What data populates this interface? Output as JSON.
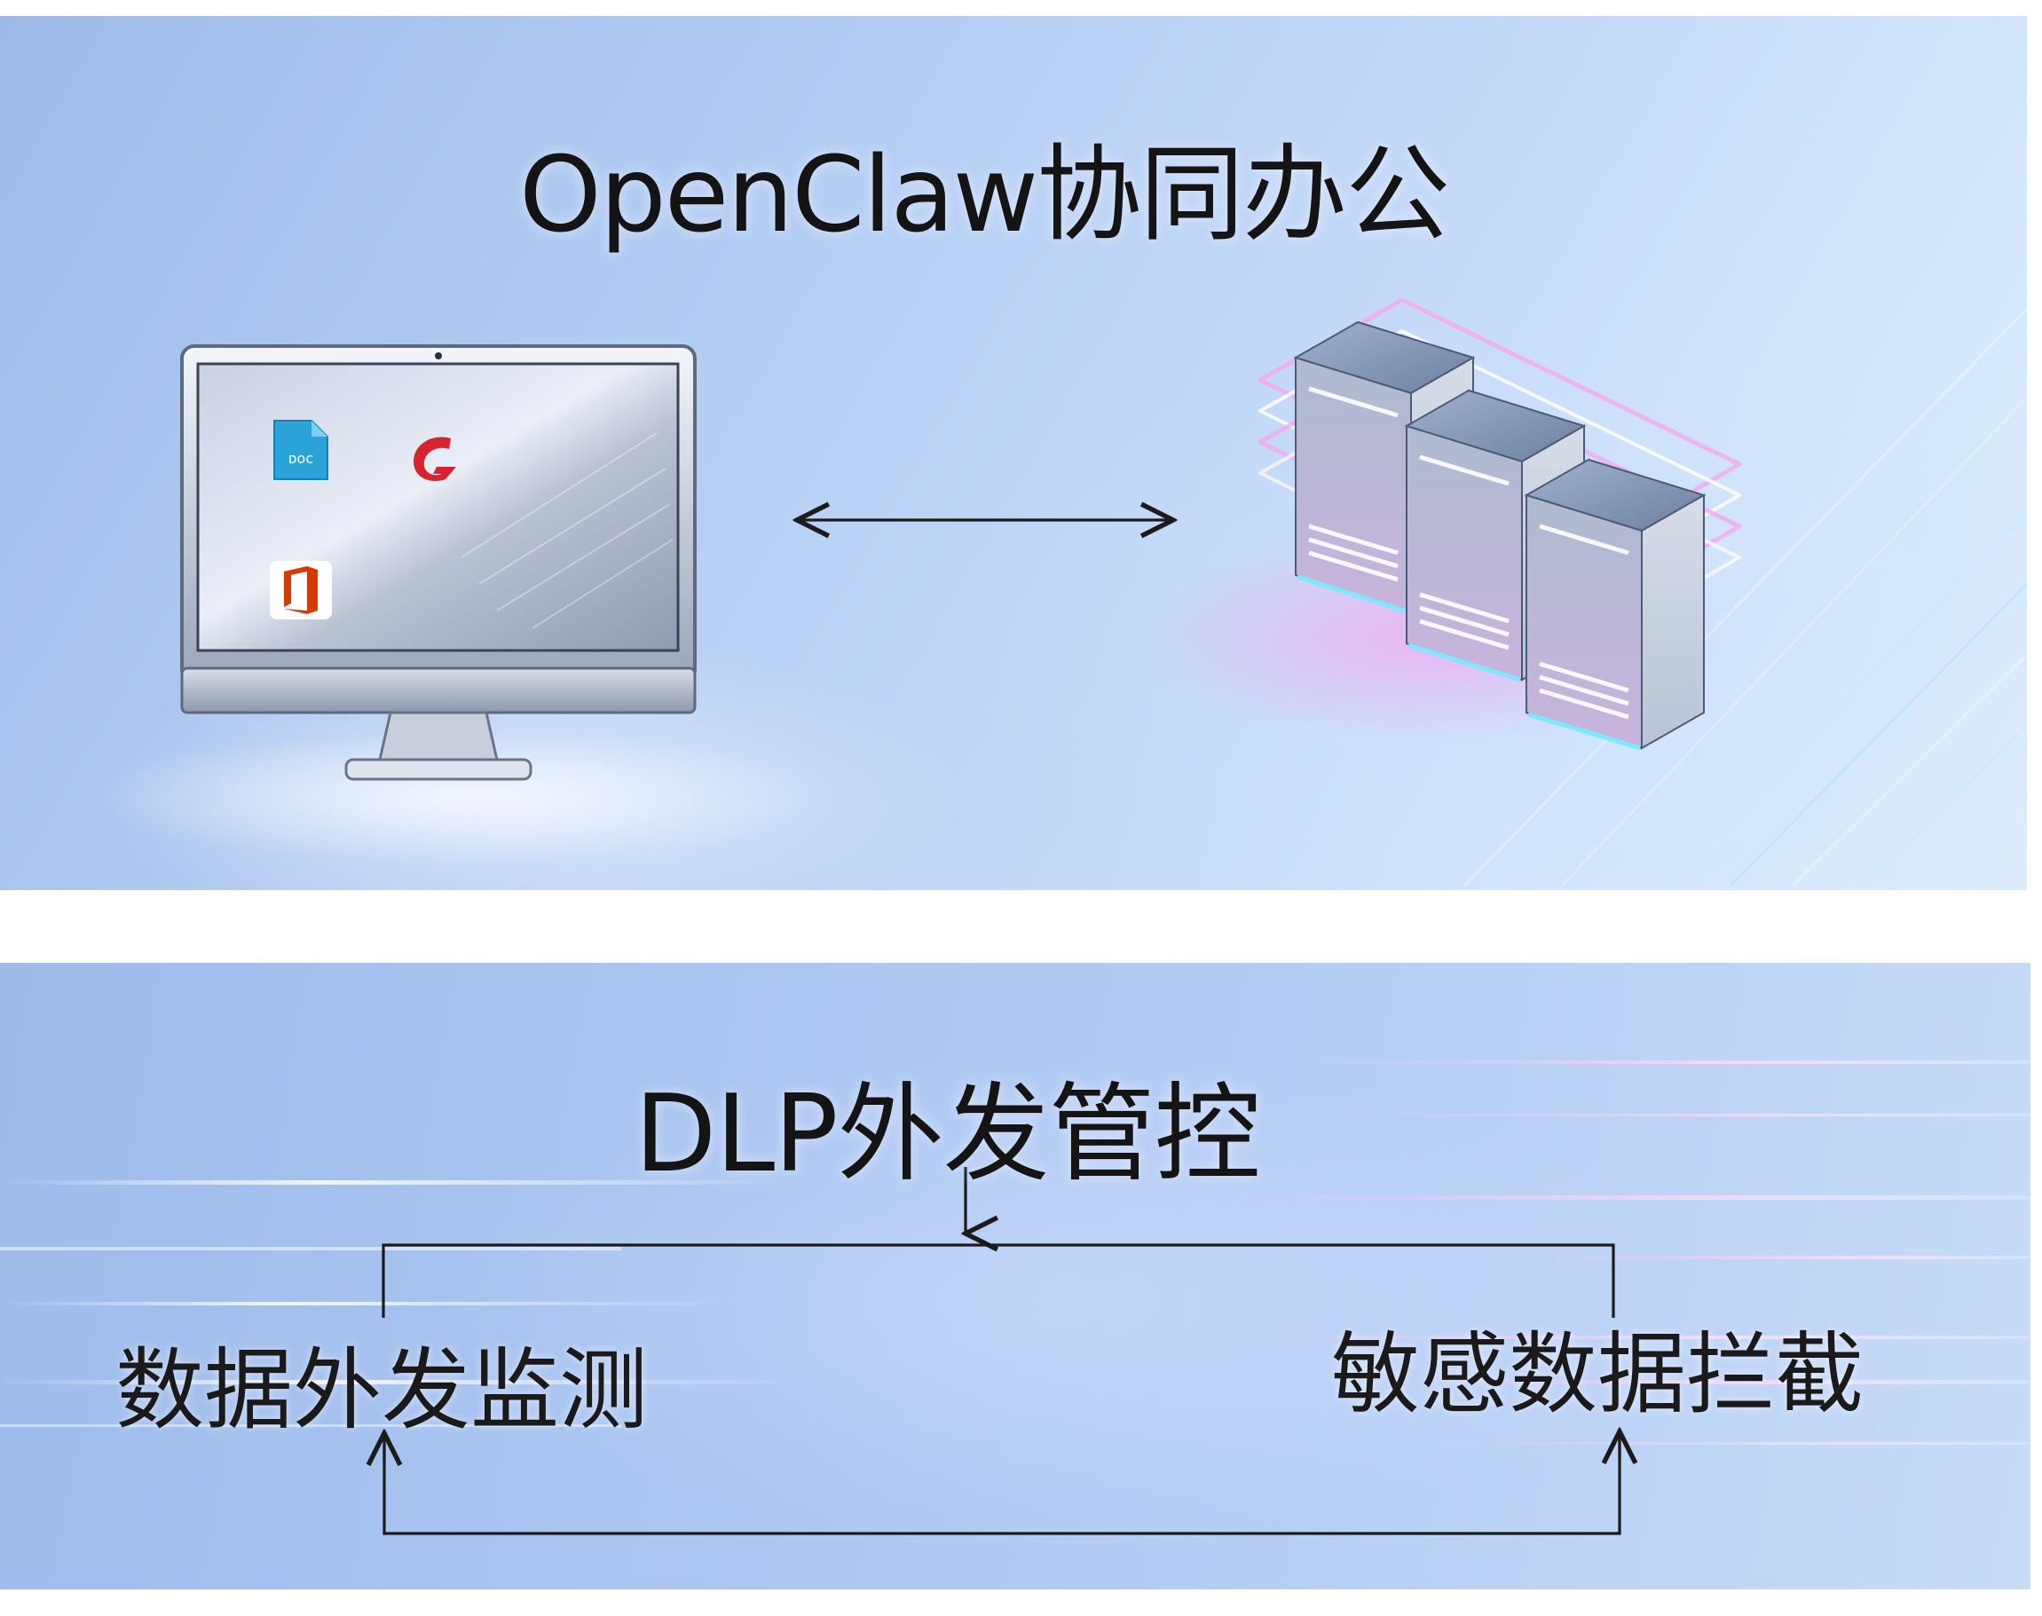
{
  "top_panel": {
    "title": "OpenClaw协同办公",
    "desktop": {
      "icons": [
        "document-icon",
        "app-logo-icon",
        "office-icon"
      ]
    },
    "server_rack": {
      "units": 3
    },
    "connector": "bidirectional-arrow"
  },
  "bottom_panel": {
    "title": "DLP外发管控",
    "nodes": [
      {
        "label": "数据外发监测"
      },
      {
        "label": "敏感数据拦截"
      }
    ]
  },
  "colors": {
    "background_blue": "#b4cdf3",
    "text": "#141414",
    "glow_pink": "#f08ad8",
    "glow_cyan": "#7ee8ff",
    "office_red": "#d83b01",
    "doc_blue": "#29a3d8"
  }
}
